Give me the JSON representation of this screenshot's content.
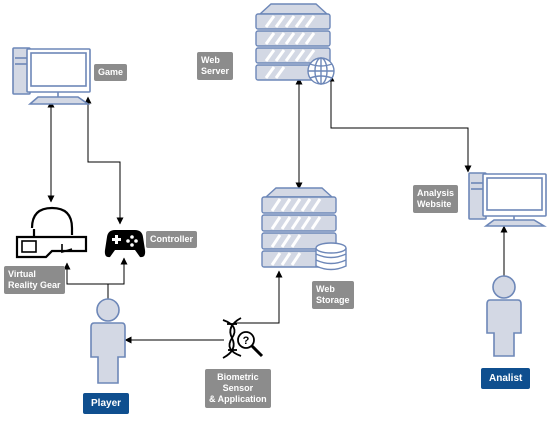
{
  "nodes": {
    "game": {
      "label": "Game",
      "icon": "desktop-computer-icon"
    },
    "web_server": {
      "label": "Web\nServer",
      "icon": "server-rack-icon"
    },
    "controller": {
      "label": "Controller",
      "icon": "gamepad-icon"
    },
    "vr_gear": {
      "label": "Virtual\nReality Gear",
      "icon": "vr-headset-icon"
    },
    "web_storage": {
      "label": "Web\nStorage",
      "icon": "storage-server-icon"
    },
    "analysis_website": {
      "label": "Analysis\nWebsite",
      "icon": "desktop-computer-icon"
    },
    "player": {
      "label": "Player",
      "icon": "person-icon"
    },
    "analist": {
      "label": "Analist",
      "icon": "person-icon"
    },
    "biometric": {
      "label": "Biometric\nSensor\n& Application",
      "icon": "dna-question-icon"
    }
  },
  "colors": {
    "icon_stroke": "#6d87b8",
    "icon_fill": "#d3d8e4",
    "label_grey": "#8c8c8c",
    "label_blue": "#0f4f8f",
    "arrow": "#000000"
  }
}
